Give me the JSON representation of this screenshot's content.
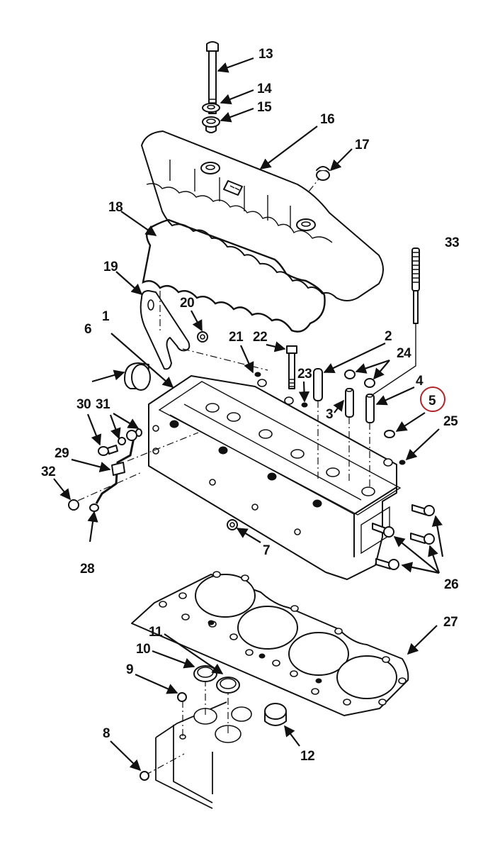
{
  "diagram": {
    "title": "Cylinder Head Assembly - Exploded View",
    "highlight_color": "#b0252b",
    "highlighted_callout": "5",
    "callouts": [
      {
        "id": "1",
        "part": "cylinder head"
      },
      {
        "id": "2",
        "part": "pushrod tube"
      },
      {
        "id": "3",
        "part": "valve guide"
      },
      {
        "id": "4",
        "part": "valve guide"
      },
      {
        "id": "5",
        "part": "plug"
      },
      {
        "id": "6",
        "part": "expansion plug"
      },
      {
        "id": "7",
        "part": "plug"
      },
      {
        "id": "8",
        "part": "plug"
      },
      {
        "id": "9",
        "part": "plug"
      },
      {
        "id": "10",
        "part": "insert"
      },
      {
        "id": "11",
        "part": "insert"
      },
      {
        "id": "12",
        "part": "expansion plug"
      },
      {
        "id": "13",
        "part": "bolt"
      },
      {
        "id": "14",
        "part": "washer"
      },
      {
        "id": "15",
        "part": "seal"
      },
      {
        "id": "16",
        "part": "valve cover"
      },
      {
        "id": "17",
        "part": "filler cap"
      },
      {
        "id": "18",
        "part": "valve cover gasket"
      },
      {
        "id": "19",
        "part": "lifting bracket"
      },
      {
        "id": "20",
        "part": "nut"
      },
      {
        "id": "21",
        "part": "stud"
      },
      {
        "id": "22",
        "part": "bolt"
      },
      {
        "id": "23",
        "part": "stud"
      },
      {
        "id": "24",
        "part": "valve stem seal"
      },
      {
        "id": "25",
        "part": "plug"
      },
      {
        "id": "26",
        "part": "bolt"
      },
      {
        "id": "27",
        "part": "head gasket"
      },
      {
        "id": "28",
        "part": "fuel line"
      },
      {
        "id": "29",
        "part": "clamp"
      },
      {
        "id": "30",
        "part": "banjo bolt"
      },
      {
        "id": "31",
        "part": "sealing washer"
      },
      {
        "id": "32",
        "part": "plug"
      },
      {
        "id": "33",
        "part": "stud"
      }
    ]
  }
}
